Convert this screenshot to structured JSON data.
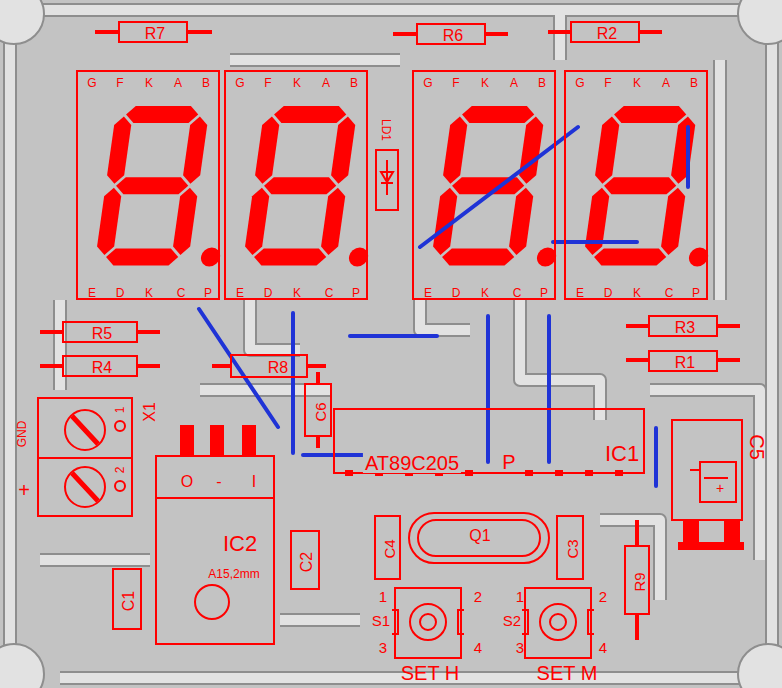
{
  "diagram": {
    "nodes": [
      {
        "text": [
          "R7"
        ]
      },
      {
        "text": [
          "R6"
        ]
      },
      {
        "text": [
          "R2"
        ]
      },
      {
        "text": [
          "G",
          "F",
          "K",
          "A",
          "B",
          "E",
          "D",
          "K",
          "C",
          "P"
        ]
      },
      {
        "text": [
          "G",
          "F",
          "K",
          "A",
          "B",
          "E",
          "D",
          "K",
          "C",
          "P"
        ]
      },
      {
        "text": [
          "LD1"
        ]
      },
      {
        "text": [
          "G",
          "F",
          "K",
          "A",
          "B",
          "E",
          "D",
          "K",
          "C",
          "P"
        ]
      },
      {
        "text": [
          "G",
          "F",
          "K",
          "A",
          "B",
          "E",
          "D",
          "K",
          "C",
          "P"
        ]
      },
      {
        "text": [
          "R5"
        ]
      },
      {
        "text": [
          "R3"
        ]
      },
      {
        "text": [
          "R8"
        ]
      },
      {
        "text": [
          "R4"
        ]
      },
      {
        "text": [
          "R1"
        ]
      },
      {
        "text": [
          "X1",
          "1",
          "2",
          "GND",
          "+"
        ]
      },
      {
        "text": [
          "C6"
        ]
      },
      {
        "text": [
          "AT89C205",
          "P",
          "IC1"
        ]
      },
      {
        "text": [
          "C5",
          "+"
        ]
      },
      {
        "text": [
          "O",
          "-",
          "I",
          "IC2",
          "A15,2mm"
        ]
      },
      {
        "text": [
          "C2"
        ]
      },
      {
        "text": [
          "C4"
        ]
      },
      {
        "text": [
          "Q1"
        ]
      },
      {
        "text": [
          "C3"
        ]
      },
      {
        "text": [
          "R9"
        ]
      },
      {
        "text": [
          "C1"
        ]
      },
      {
        "text": [
          "1",
          "2",
          "S1",
          "3",
          "4",
          "SET H"
        ]
      },
      {
        "text": [
          "1",
          "2",
          "S2",
          "3",
          "4",
          "SET M"
        ]
      }
    ]
  }
}
